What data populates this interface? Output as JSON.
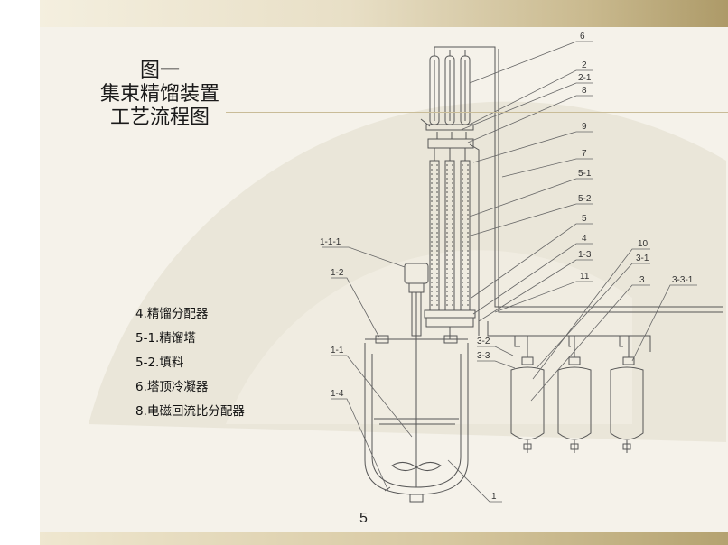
{
  "title_line1": "图一",
  "title_line2": "集束精馏装置",
  "title_line3": "工艺流程图",
  "legend": [
    "4.精馏分配器",
    "5-1.精馏塔",
    "5-2.填料",
    "6.塔顶冷凝器",
    "8.电磁回流比分配器"
  ],
  "callouts": {
    "c6": "6",
    "c2": "2",
    "c2_1": "2-1",
    "c8": "8",
    "c9": "9",
    "c7": "7",
    "c5_1": "5-1",
    "c5_2": "5-2",
    "c5": "5",
    "c4": "4",
    "c1_3": "1-3",
    "c10": "10",
    "c3_1": "3-1",
    "c11": "11",
    "c3": "3",
    "c3_3_1": "3-3-1",
    "c1_1_1": "1-1-1",
    "c1_2": "1-2",
    "c1_1": "1-1",
    "c1_4": "1-4",
    "c3_2": "3-2",
    "c3_3": "3-3",
    "c1": "1"
  },
  "page_number": "5"
}
